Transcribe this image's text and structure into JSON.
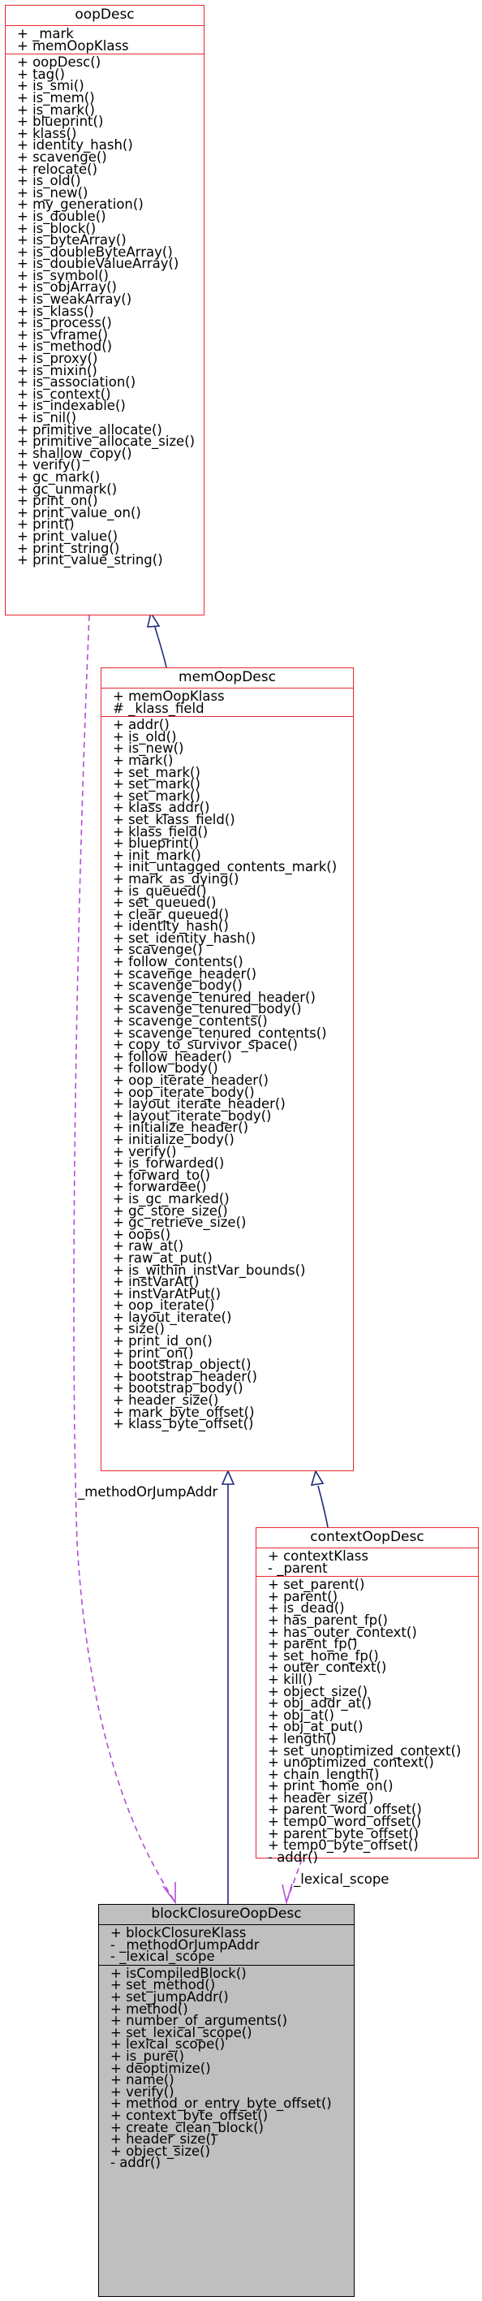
{
  "classes": {
    "oopDesc": {
      "name": "oopDesc",
      "attributes": [
        "+ _mark",
        "+ memOopKlass"
      ],
      "methods": [
        "+ oopDesc()",
        "+ tag()",
        "+ is_smi()",
        "+ is_mem()",
        "+ is_mark()",
        "+ blueprint()",
        "+ klass()",
        "+ identity_hash()",
        "+ scavenge()",
        "+ relocate()",
        "+ is_old()",
        "+ is_new()",
        "+ my_generation()",
        "+ is_double()",
        "+ is_block()",
        "+ is_byteArray()",
        "+ is_doubleByteArray()",
        "+ is_doubleValueArray()",
        "+ is_symbol()",
        "+ is_objArray()",
        "+ is_weakArray()",
        "+ is_klass()",
        "+ is_process()",
        "+ is_vframe()",
        "+ is_method()",
        "+ is_proxy()",
        "+ is_mixin()",
        "+ is_association()",
        "+ is_context()",
        "+ is_indexable()",
        "+ is_nil()",
        "+ primitive_allocate()",
        "+ primitive_allocate_size()",
        "+ shallow_copy()",
        "+ verify()",
        "+ gc_mark()",
        "+ gc_unmark()",
        "+ print_on()",
        "+ print_value_on()",
        "+ print()",
        "+ print_value()",
        "+ print_string()",
        "+ print_value_string()"
      ]
    },
    "memOopDesc": {
      "name": "memOopDesc",
      "attributes": [
        "+ memOopKlass",
        "# _klass_field"
      ],
      "methods": [
        "+ addr()",
        "+ is_old()",
        "+ is_new()",
        "+ mark()",
        "+ set_mark()",
        "+ set_mark()",
        "+ set_mark()",
        "+ klass_addr()",
        "+ set_klass_field()",
        "+ klass_field()",
        "+ blueprint()",
        "+ init_mark()",
        "+ init_untagged_contents_mark()",
        "+ mark_as_dying()",
        "+ is_queued()",
        "+ set_queued()",
        "+ clear_queued()",
        "+ identity_hash()",
        "+ set_identity_hash()",
        "+ scavenge()",
        "+ follow_contents()",
        "+ scavenge_header()",
        "+ scavenge_body()",
        "+ scavenge_tenured_header()",
        "+ scavenge_tenured_body()",
        "+ scavenge_contents()",
        "+ scavenge_tenured_contents()",
        "+ copy_to_survivor_space()",
        "+ follow_header()",
        "+ follow_body()",
        "+ oop_iterate_header()",
        "+ oop_iterate_body()",
        "+ layout_iterate_header()",
        "+ layout_iterate_body()",
        "+ initialize_header()",
        "+ initialize_body()",
        "+ verify()",
        "+ is_forwarded()",
        "+ forward_to()",
        "+ forwardee()",
        "+ is_gc_marked()",
        "+ gc_store_size()",
        "+ gc_retrieve_size()",
        "+ oops()",
        "+ raw_at()",
        "+ raw_at_put()",
        "+ is_within_instVar_bounds()",
        "+ instVarAt()",
        "+ instVarAtPut()",
        "+ oop_iterate()",
        "+ layout_iterate()",
        "+ size()",
        "+ print_id_on()",
        "+ print_on()",
        "+ bootstrap_object()",
        "+ bootstrap_header()",
        "+ bootstrap_body()",
        "+ header_size()",
        "+ mark_byte_offset()",
        "+ klass_byte_offset()"
      ]
    },
    "contextOopDesc": {
      "name": "contextOopDesc",
      "attributes": [
        "+ contextKlass",
        "- _parent"
      ],
      "methods": [
        "+ set_parent()",
        "+ parent()",
        "+ is_dead()",
        "+ has_parent_fp()",
        "+ has_outer_context()",
        "+ parent_fp()",
        "+ set_home_fp()",
        "+ outer_context()",
        "+ kill()",
        "+ object_size()",
        "+ obj_addr_at()",
        "+ obj_at()",
        "+ obj_at_put()",
        "+ length()",
        "+ set_unoptimized_context()",
        "+ unoptimized_context()",
        "+ chain_length()",
        "+ print_home_on()",
        "+ header_size()",
        "+ parent_word_offset()",
        "+ temp0_word_offset()",
        "+ parent_byte_offset()",
        "+ temp0_byte_offset()",
        "- addr()"
      ]
    },
    "blockClosureOopDesc": {
      "name": "blockClosureOopDesc",
      "attributes": [
        "+ blockClosureKlass",
        "- _methodOrJumpAddr",
        "- _lexical_scope"
      ],
      "methods": [
        "+ isCompiledBlock()",
        "+ set_method()",
        "+ set_jumpAddr()",
        "+ method()",
        "+ number_of_arguments()",
        "+ set_lexical_scope()",
        "+ lexical_scope()",
        "+ is_pure()",
        "+ deoptimize()",
        "+ name()",
        "+ verify()",
        "+ method_or_entry_byte_offset()",
        "+ context_byte_offset()",
        "+ create_clean_block()",
        "+ header_size()",
        "+ object_size()",
        "- addr()"
      ]
    }
  },
  "edge_labels": {
    "method_or_jump_addr": "_methodOrJumpAddr",
    "lexical_scope": "_lexical_scope"
  },
  "colors": {
    "class_border": "#e8272f",
    "inheritance_edge": "#1f2a7a",
    "association_edge": "#b34fd6",
    "focus_fill": "#bfbfbf"
  }
}
